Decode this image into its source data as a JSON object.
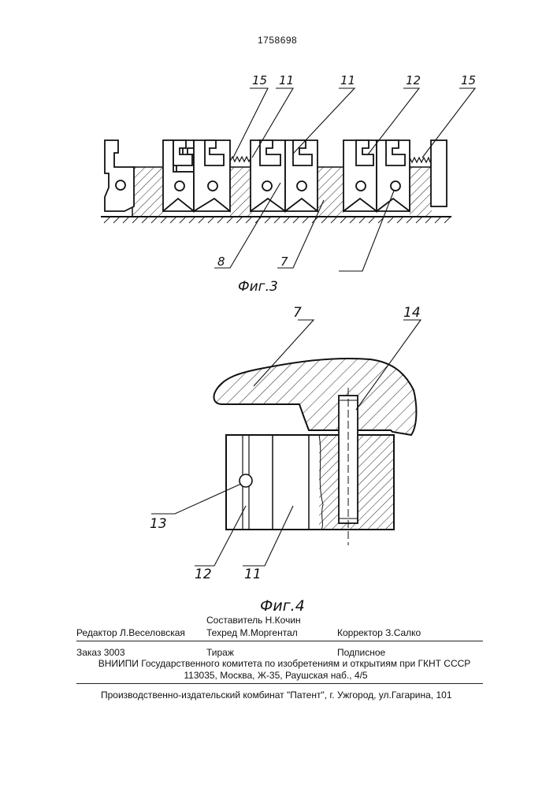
{
  "header": {
    "patent_number": "1758698"
  },
  "figure3": {
    "caption": "Фиг.3",
    "labels": {
      "l15a": "15",
      "l11a": "11",
      "l11b": "11",
      "l12": "12",
      "l15b": "15",
      "l8": "8",
      "l7": "7"
    }
  },
  "figure4": {
    "caption": "Фиг.4",
    "labels": {
      "l7": "7",
      "l14": "14",
      "l13": "13",
      "l12": "12",
      "l11": "11"
    }
  },
  "imprint": {
    "editor": "Редактор  Л.Веселовская",
    "compiler": "Составитель  Н.Кочин",
    "techred": "Техред М.Моргентал",
    "corrector": "Корректор  З.Салко",
    "order": "Заказ  3003",
    "circulation": "Тираж",
    "subscription": "Подписное",
    "institute": "ВНИИПИ Государственного комитета по изобретениям и открытиям при ГКНТ СССР",
    "address": "113035, Москва, Ж-35, Раушская наб., 4/5",
    "publisher": "Производственно-издательский комбинат \"Патент\", г. Ужгород, ул.Гагарина, 101"
  }
}
